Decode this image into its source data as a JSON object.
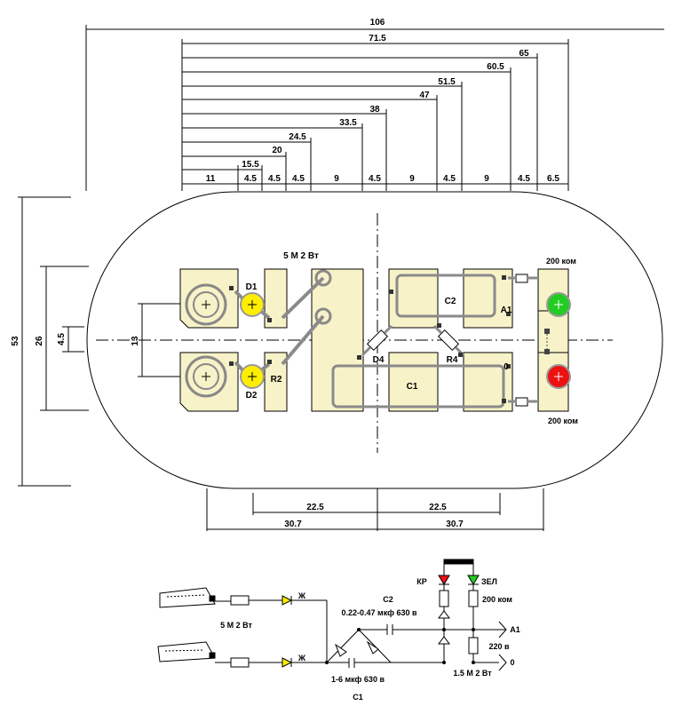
{
  "dims": {
    "top_total": "106",
    "top_levels": [
      "71.5",
      "65",
      "60.5",
      "51.5",
      "47",
      "38",
      "33.5",
      "24.5",
      "20",
      "15.5"
    ],
    "top_row": [
      "11",
      "4.5",
      "4.5",
      "4.5",
      "9",
      "4.5",
      "9",
      "4.5",
      "9",
      "4.5",
      "6.5"
    ],
    "left": [
      "53",
      "26",
      "13",
      "4.5"
    ],
    "bottom_inner": [
      "22.5",
      "22.5"
    ],
    "bottom_outer": [
      "30.7",
      "30.7"
    ]
  },
  "board": {
    "d1": "D1",
    "d2": "D2",
    "r2": "R2",
    "d4": "D4",
    "r4": "R4",
    "c1": "C1",
    "c2": "C2",
    "a1": "A1",
    "zero": "0",
    "resistor_top": "5 M  2 Вт",
    "r_200_top": "200 ком",
    "r_200_bottom": "200 ком"
  },
  "schematic": {
    "kr": "КР",
    "zel": "ЗЕЛ",
    "zh_top": "Ж",
    "zh_bottom": "Ж",
    "c2": "C2",
    "c2_value": "0.22-0.47 мкф 630 в",
    "r_left": "5 M  2 Вт",
    "c1_value": "1-6 мкф 630 в",
    "c1": "C1",
    "r_200": "200 ком",
    "v220": "220 в",
    "r_15": "1.5 M  2 Вт",
    "a1": "A1",
    "zero": "0"
  },
  "colors": {
    "pad": "#f7f2c8",
    "trace": "#8a8a8a",
    "led_green": "#22cc22",
    "led_red": "#ee1111",
    "diode_yellow": "#ffee00",
    "outline": "#000000"
  }
}
